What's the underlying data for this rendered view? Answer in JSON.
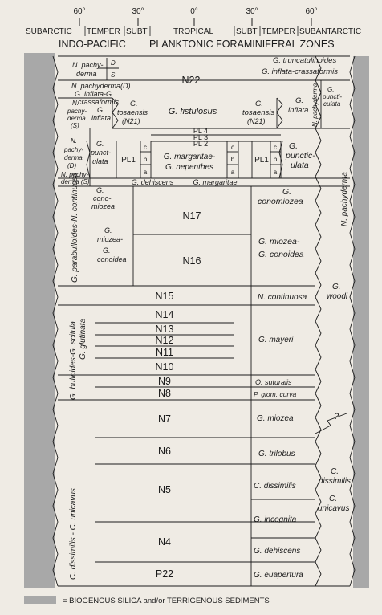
{
  "header": {
    "degrees": [
      "60°",
      "30°",
      "0°",
      "30°",
      "60°"
    ],
    "zones": [
      "SUBARCTIC",
      "TEMPER",
      "SUBT",
      "TROPICAL",
      "SUBT",
      "TEMPER",
      "SUBANTARCTIC"
    ],
    "left_title": "INDO-PACIFIC",
    "main_title": "PLANKTONIC FORAMINIFERAL ZONES"
  },
  "zones_center": [
    "N22",
    "N17",
    "N16",
    "N15",
    "N14",
    "N13",
    "N12",
    "N11",
    "N10",
    "N9",
    "N8",
    "N7",
    "N6",
    "N5",
    "N4",
    "P22"
  ],
  "pl_zones": [
    "PL 4",
    "PL 3",
    "PL 2",
    "PL1",
    "PL1"
  ],
  "subzones": [
    "c",
    "b",
    "a",
    "c",
    "b",
    "a",
    "c",
    "b",
    "a"
  ],
  "tropical_species": {
    "fistulosus": "G. fistulosus",
    "margaritae1": "G. margaritae-",
    "margaritae2": "G. nepenthes",
    "dehiscens": "G. dehiscens",
    "margaritae_band": "G. margaritae"
  },
  "left_species": {
    "pachyderma_top1": "N. pachy-",
    "pachyderma_top2": "derma",
    "d": "D",
    "s": "S",
    "pachyderma_d": "N. pachyderma(D)",
    "inflata_cras1": "G. inflata-G.",
    "inflata_cras2": "crassaformis",
    "pach_s1": "N.",
    "pach_s2": "pachy-",
    "pach_s3": "derma",
    "pach_s4": "(S)",
    "inflata1": "G.",
    "inflata2": "inflata",
    "tosaensis1": "G.",
    "tosaensis2": "tosaensis",
    "tosaensis3": "(N21)",
    "pach_d1": "N.",
    "pach_d2": "pachy-",
    "pach_d3": "derma",
    "pach_d4": "(D)",
    "punct1": "G.",
    "punct2": "punct-",
    "punct3": "ulata",
    "pach_s_bottom": "N. pachy-\nderma (S)",
    "conomiozea1": "G.",
    "conomiozea2": "cono-",
    "conomiozea3": "miozea",
    "miozea1": "G.",
    "miozea2": "miozea-",
    "miozea3": "G.",
    "miozea4": "conoidea"
  },
  "left_vertical": [
    "G. parabulloides-N. continuosa",
    "G. bulloides-G. scitula",
    "G. glutinata",
    "C. dissimilis - C. unicavus"
  ],
  "right_species": {
    "truncatulinoides": "G. truncatulinoides",
    "inflata_cras": "G. inflata-crassaformis",
    "tosaensis1": "G.",
    "tosaensis2": "tosaensis",
    "tosaensis3": "(N21)",
    "inflata1": "G.",
    "inflata2": "inflata",
    "n_pachyderma_small": "N. pachyderma",
    "puncticulata_small1": "G.",
    "puncticulata_small2": "puncti-",
    "puncticulata_small3": "culata",
    "puncticulata1": "G.",
    "puncticulata2": "punctic-",
    "puncticulata3": "ulata",
    "conomiozea1": "G.",
    "conomiozea2": "conomiozea",
    "miozea1": "G. miozea-",
    "miozea2": "G. conoidea",
    "continuosa": "N. continuosa",
    "mayeri": "G. mayeri",
    "suturalis": "O. suturalis",
    "glom_curva": "P. glom. curva",
    "miozea": "G. miozea",
    "trilobus": "G. trilobus",
    "dissimilis": "C. dissimilis",
    "incognita": "G. incognita",
    "dehiscens": "G. dehiscens",
    "euapertura": "G. euapertura"
  },
  "far_right": {
    "n_pachyderma": "N. pachyderma",
    "woodi1": "G.",
    "woodi2": "woodi",
    "question": "?",
    "dissimilis1": "C.",
    "dissimilis2": "dissimilis",
    "unicavus1": "C.",
    "unicavus2": "unicavus"
  },
  "legend": "= BIOGENOUS SILICA and/or TERRIGENOUS SEDIMENTS",
  "colors": {
    "silica": "#a8a8a8",
    "paper": "#efebe4",
    "ink": "#1b1b1b"
  }
}
